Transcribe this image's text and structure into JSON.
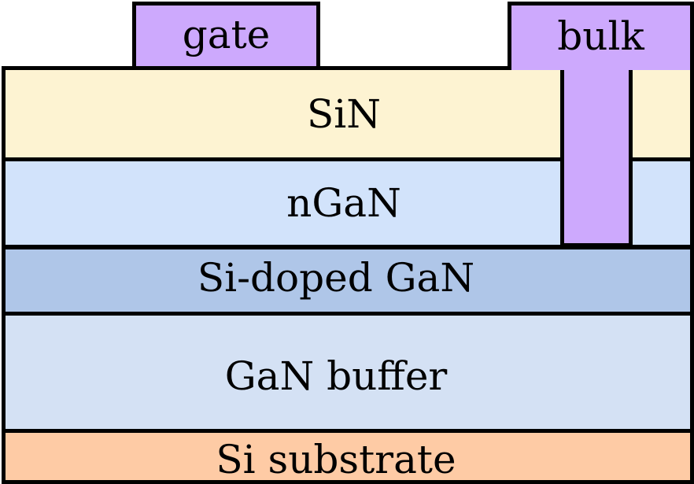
{
  "title": "GaN-on-Si transistor layer stack",
  "layers": [
    {
      "id": "sin",
      "label": "SiN",
      "color": "#fdf3d2"
    },
    {
      "id": "ngan",
      "label": "nGaN",
      "color": "#d2e3fb"
    },
    {
      "id": "si_doped_gan",
      "label": "Si-doped GaN",
      "color": "#afc6e8"
    },
    {
      "id": "gan_buffer",
      "label": "GaN buffer",
      "color": "#d4e1f4"
    },
    {
      "id": "si_substrate",
      "label": "Si substrate",
      "color": "#fecba5"
    }
  ],
  "contacts": [
    {
      "id": "gate",
      "label": "gate",
      "color": "#cda9fd"
    },
    {
      "id": "bulk",
      "label": "bulk",
      "color": "#cda9fd"
    }
  ],
  "outline_color": "#000000"
}
